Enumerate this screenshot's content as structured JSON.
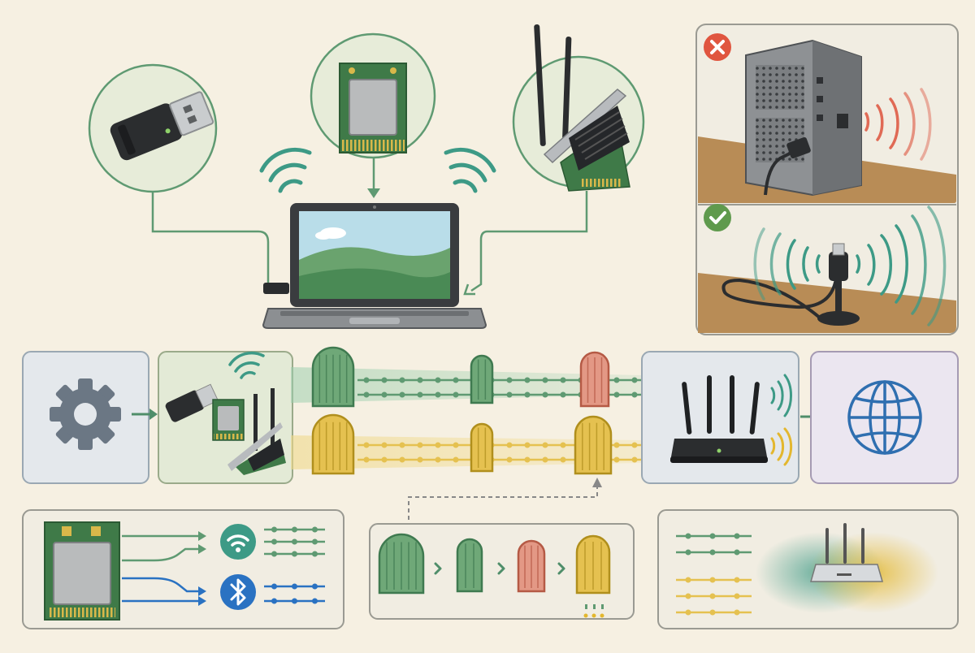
{
  "diagram": {
    "kind": "wifi-adapter-illustration",
    "text_labels": [],
    "colors": {
      "background": "#f6f0e2",
      "teal": "#3d9a86",
      "green_line": "#5f9a72",
      "green_door": "#6fa878",
      "green_door_dark": "#3f7a50",
      "yellow_door": "#e5c150",
      "yellow_door_dark": "#b08f1d",
      "red_door": "#e39885",
      "red_door_dark": "#b55a45",
      "bluetooth_blue": "#2a72c2",
      "error_red": "#e0553f",
      "ok_green": "#5f9a4d",
      "globe_blue": "#2f6fb0",
      "signal_red": "#e06a55",
      "signal_yellow": "#e3b72e",
      "card_border": "#9a9a92",
      "panel_blue": "#e4e8ec",
      "panel_green": "#e3ead6",
      "panel_lavender": "#ebe6f0"
    },
    "adapter_types": [
      "usb-dongle",
      "m2-card",
      "pcie-card-with-antennas"
    ],
    "placement_comparison": [
      "behind-metal-case-blocked",
      "usb-extension-cradle-clear"
    ],
    "bands": [
      "band-green",
      "band-yellow"
    ],
    "card_outputs": [
      "wifi",
      "bluetooth"
    ],
    "door_sequence": [
      "green-wide",
      "green-narrow",
      "red-narrow",
      "yellow-wide"
    ]
  }
}
